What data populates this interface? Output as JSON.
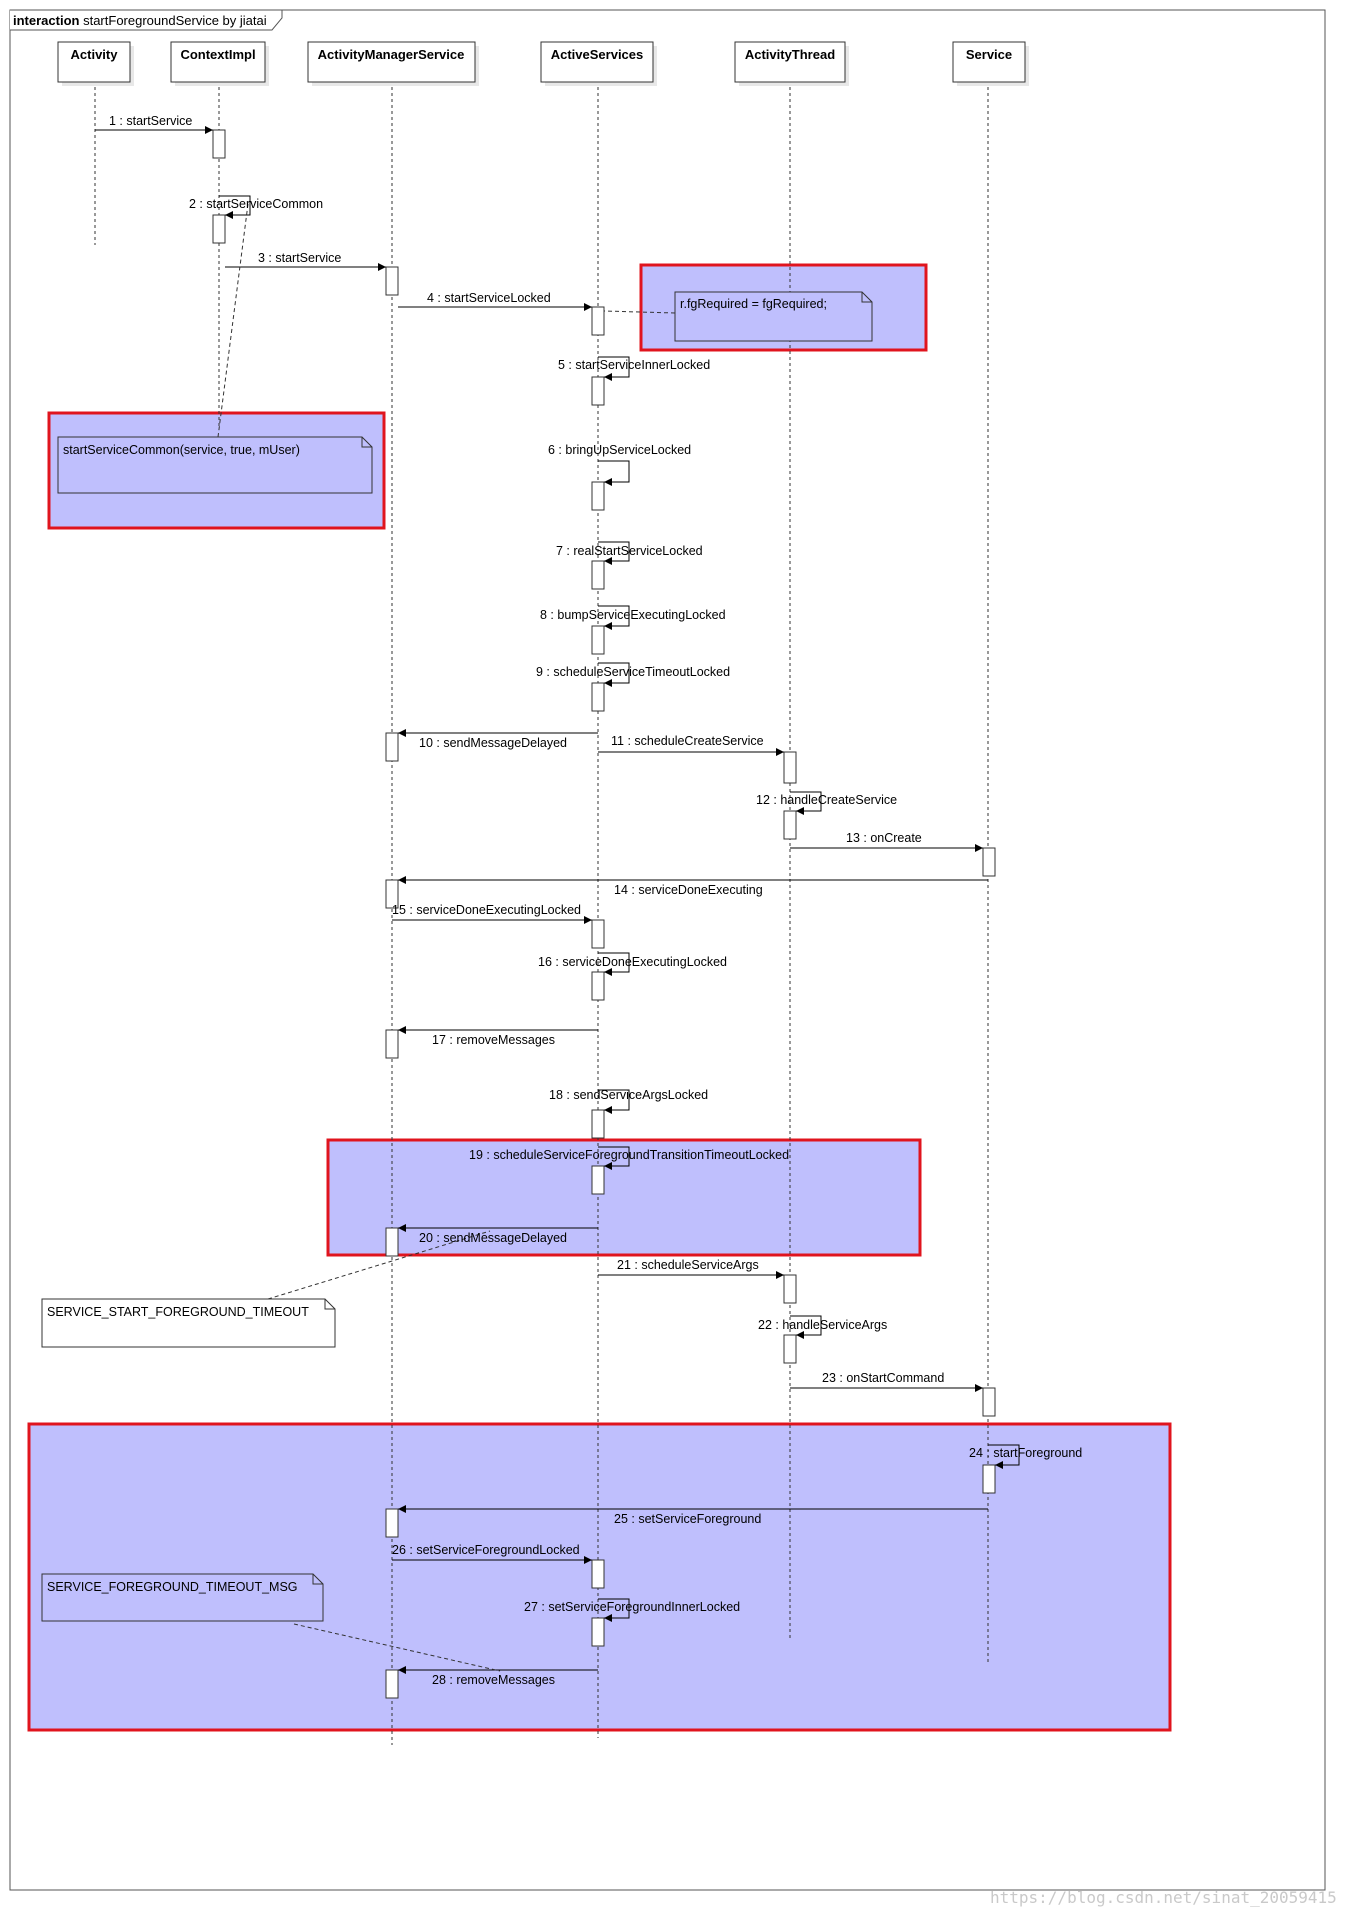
{
  "frame": {
    "keyword": "interaction",
    "title": "startForegroundService by jiatai"
  },
  "participants": [
    {
      "id": "activity",
      "name": "Activity"
    },
    {
      "id": "contextimpl",
      "name": "ContextImpl"
    },
    {
      "id": "ams",
      "name": "ActivityManagerService"
    },
    {
      "id": "activeservices",
      "name": "ActiveServices"
    },
    {
      "id": "activitythread",
      "name": "ActivityThread"
    },
    {
      "id": "service",
      "name": "Service"
    }
  ],
  "messages": [
    {
      "label": "1 : startService",
      "from": "activity",
      "to": "contextimpl"
    },
    {
      "label": "2 : startServiceCommon",
      "from": "contextimpl",
      "to": "contextimpl"
    },
    {
      "label": "3 : startService",
      "from": "contextimpl",
      "to": "ams"
    },
    {
      "label": "4 : startServiceLocked",
      "from": "ams",
      "to": "activeservices"
    },
    {
      "label": "5 : startServiceInnerLocked",
      "from": "activeservices",
      "to": "activeservices"
    },
    {
      "label": "6 : bringUpServiceLocked",
      "from": "activeservices",
      "to": "activeservices"
    },
    {
      "label": "7 : realStartServiceLocked",
      "from": "activeservices",
      "to": "activeservices"
    },
    {
      "label": "8 : bumpServiceExecutingLocked",
      "from": "activeservices",
      "to": "activeservices"
    },
    {
      "label": "9 : scheduleServiceTimeoutLocked",
      "from": "activeservices",
      "to": "activeservices"
    },
    {
      "label": "10 : sendMessageDelayed",
      "from": "activeservices",
      "to": "ams"
    },
    {
      "label": "11 : scheduleCreateService",
      "from": "activeservices",
      "to": "activitythread"
    },
    {
      "label": "12 : handleCreateService",
      "from": "activitythread",
      "to": "activitythread"
    },
    {
      "label": "13 : onCreate",
      "from": "activitythread",
      "to": "service"
    },
    {
      "label": "14 : serviceDoneExecuting",
      "from": "service",
      "to": "ams"
    },
    {
      "label": "15 : serviceDoneExecutingLocked",
      "from": "ams",
      "to": "activeservices"
    },
    {
      "label": "16 : serviceDoneExecutingLocked",
      "from": "activeservices",
      "to": "activeservices"
    },
    {
      "label": "17 : removeMessages",
      "from": "activeservices",
      "to": "ams"
    },
    {
      "label": "18 : sendServiceArgsLocked",
      "from": "activeservices",
      "to": "activeservices"
    },
    {
      "label": "19 : scheduleServiceForegroundTransitionTimeoutLocked",
      "from": "activeservices",
      "to": "activeservices"
    },
    {
      "label": "20 : sendMessageDelayed",
      "from": "activeservices",
      "to": "ams"
    },
    {
      "label": "21 : scheduleServiceArgs",
      "from": "activeservices",
      "to": "activitythread"
    },
    {
      "label": "22 : handleServiceArgs",
      "from": "activitythread",
      "to": "activitythread"
    },
    {
      "label": "23 : onStartCommand",
      "from": "activitythread",
      "to": "service"
    },
    {
      "label": "24 : startForeground",
      "from": "service",
      "to": "service"
    },
    {
      "label": "25 : setServiceForeground",
      "from": "service",
      "to": "ams"
    },
    {
      "label": "26 : setServiceForegroundLocked",
      "from": "ams",
      "to": "activeservices"
    },
    {
      "label": "27 : setServiceForegroundInnerLocked",
      "from": "activeservices",
      "to": "activeservices"
    },
    {
      "label": "28 : removeMessages",
      "from": "activeservices",
      "to": "ams"
    }
  ],
  "notes": [
    {
      "id": "note-fgrequired",
      "text": "r.fgRequired = fgRequired;"
    },
    {
      "id": "note-startservicecommon",
      "text": "startServiceCommon(service, true, mUser)"
    },
    {
      "id": "note-start-fg-timeout",
      "text": "SERVICE_START_FOREGROUND_TIMEOUT"
    },
    {
      "id": "note-fg-timeout-msg",
      "text": "SERVICE_FOREGROUND_TIMEOUT_MSG"
    }
  ],
  "highlight_colors": {
    "fill": "#bfbffd",
    "border": "#e0141e"
  },
  "watermark": "https://blog.csdn.net/sinat_20059415"
}
